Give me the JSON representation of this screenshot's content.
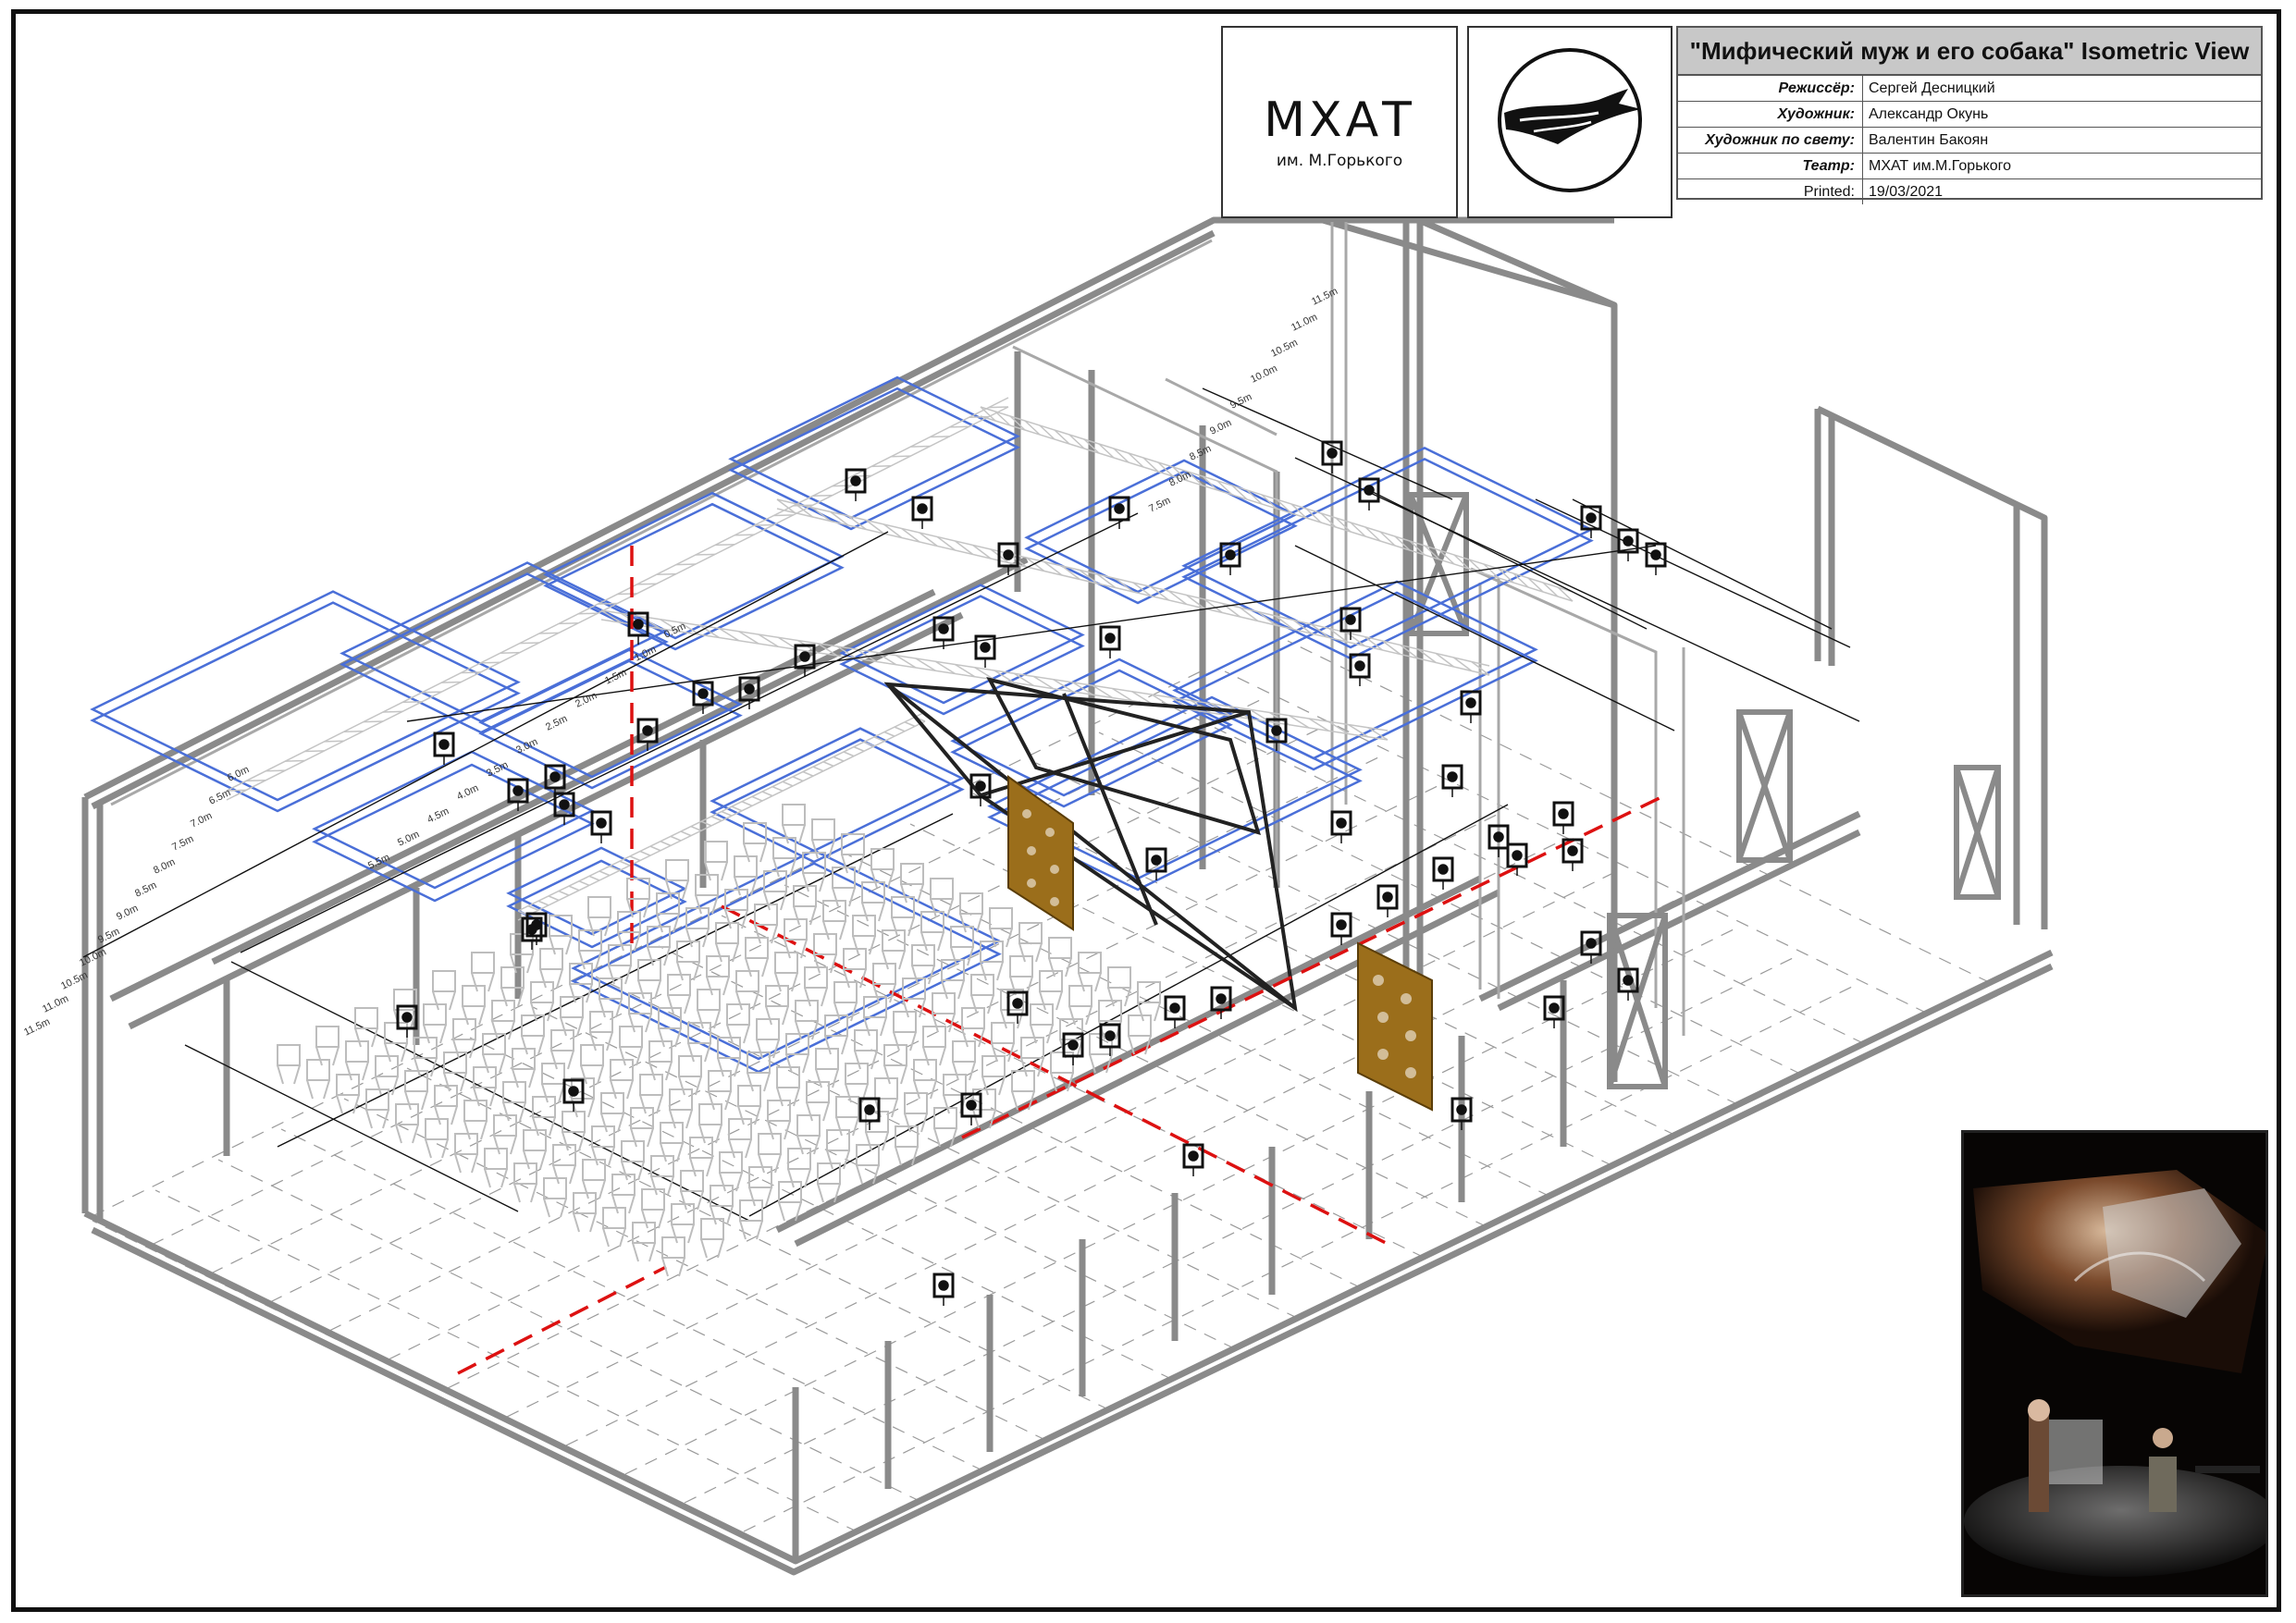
{
  "title_block": {
    "title": "\"Мифический муж и его собака\" Isometric View",
    "rows": [
      {
        "label": "Режиссёр:",
        "value": "Сергей Десницкий"
      },
      {
        "label": "Художник:",
        "value": "Александр Окунь"
      },
      {
        "label": "Художник по свету:",
        "value": "Валентин Бакоян"
      },
      {
        "label": "Театр:",
        "value": "МХАТ им.М.Горького"
      },
      {
        "label": "Printed:",
        "value": "19/03/2021"
      }
    ]
  },
  "logo": {
    "word": "МХАТ",
    "sub": "им. М.Горького"
  },
  "dims_right": [
    "11.5m",
    "11.0m",
    "10.5m",
    "10.0m",
    "9.5m",
    "9.0m",
    "8.5m",
    "8.0m",
    "7.5m"
  ],
  "dims_left": [
    "6.0m",
    "6.5m",
    "7.0m",
    "7.5m",
    "8.0m",
    "8.5m",
    "9.0m",
    "9.5m",
    "10.0m",
    "10.5m",
    "11.0m",
    "11.5m"
  ],
  "dims_pipe": [
    "0.5m",
    "1.0m",
    "1.5m",
    "2.0m",
    "2.5m",
    "3.0m",
    "3.5m",
    "4.0m",
    "4.5m",
    "5.0m",
    "5.5m"
  ],
  "colors": {
    "frame": "#8a8a8a",
    "light_frame": "#b8b8b8",
    "blue": "#4a6fd8",
    "red": "#dd1111",
    "gold": "#9b6e1b",
    "seat": "#bdbdbd"
  }
}
